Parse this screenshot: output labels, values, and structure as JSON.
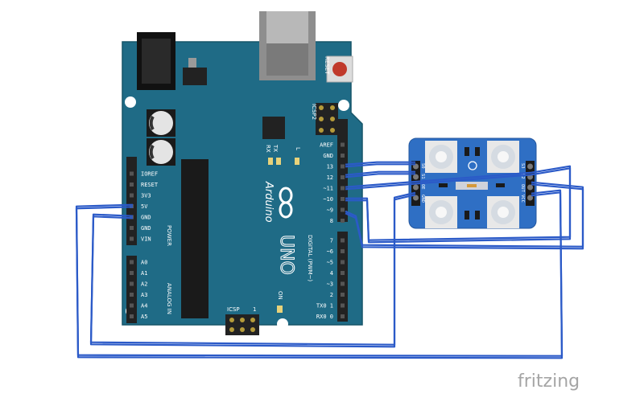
{
  "arduino": {
    "reset_label": "RESET",
    "icsp2_label": "ICSP2",
    "tx_label": "TX",
    "rx_label": "RX",
    "l_label": "L",
    "brand_label": "Arduino",
    "model_label": "UNO",
    "on_label": "ON",
    "icsp_label": "ICSP",
    "icsp_pin1": "1",
    "power_header_label": "POWER",
    "analog_header_label": "ANALOG IN",
    "digital_header_label": "DIGITAL (PWM~)",
    "power_pins": [
      "IOREF",
      "RESET",
      "3V3",
      "5V",
      "GND",
      "GND",
      "VIN"
    ],
    "analog_pins": [
      "A0",
      "A1",
      "A2",
      "A3",
      "A4",
      "A5"
    ],
    "upper_digital_pins": [
      "AREF",
      "GND",
      "13",
      "12",
      "~11",
      "~10",
      "~9",
      "8"
    ],
    "lower_digital_pins": [
      "7",
      "~6",
      "~5",
      "4",
      "~3",
      "2",
      "TX0 1",
      "RX0 0"
    ]
  },
  "sensor": {
    "left_pins": [
      "S0",
      "S1",
      "OE",
      "GND"
    ],
    "right_pins": [
      "S3",
      "S2",
      "OUT",
      "VCC"
    ]
  },
  "wires": {
    "color": "#2b5ac8"
  },
  "footer": {
    "brand": "fritzing"
  }
}
